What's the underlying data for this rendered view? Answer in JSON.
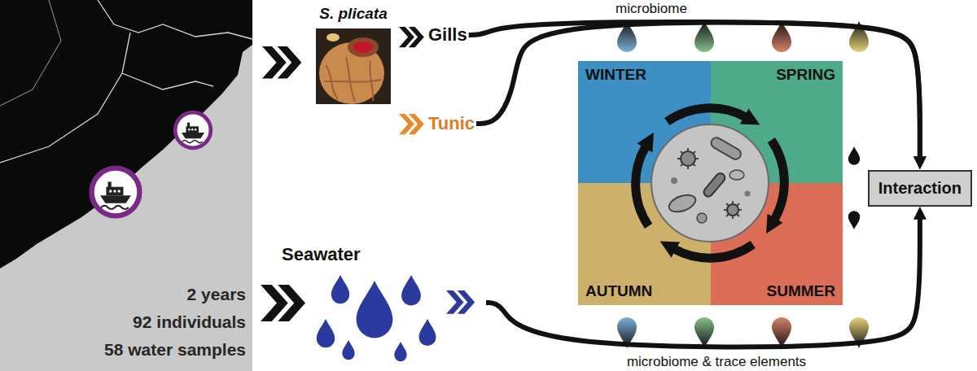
{
  "diagram": {
    "nodes": [
      {
        "text": [
          "S. plicata"
        ]
      },
      {
        "text": [
          "Gills"
        ]
      },
      {
        "text": [
          "Tunic"
        ]
      },
      {
        "text": [
          "WINTER"
        ]
      },
      {
        "text": [
          "SPRING"
        ]
      },
      {
        "text": [
          "AUTUMN"
        ]
      },
      {
        "text": [
          "SUMMER"
        ]
      },
      {
        "text": [
          "Seawater"
        ]
      },
      {
        "text": [
          "Interaction"
        ]
      }
    ],
    "edges": [
      {
        "from": 1,
        "to": 8,
        "arrow": "to",
        "label": "microbiome"
      },
      {
        "from": 2,
        "to": 8,
        "arrow": "to"
      },
      {
        "from": 7,
        "to": 8,
        "arrow": "to",
        "label": "microbiome & trace elements"
      }
    ],
    "labels": [
      "2 years",
      "92 individuals",
      "58 water samples"
    ]
  }
}
